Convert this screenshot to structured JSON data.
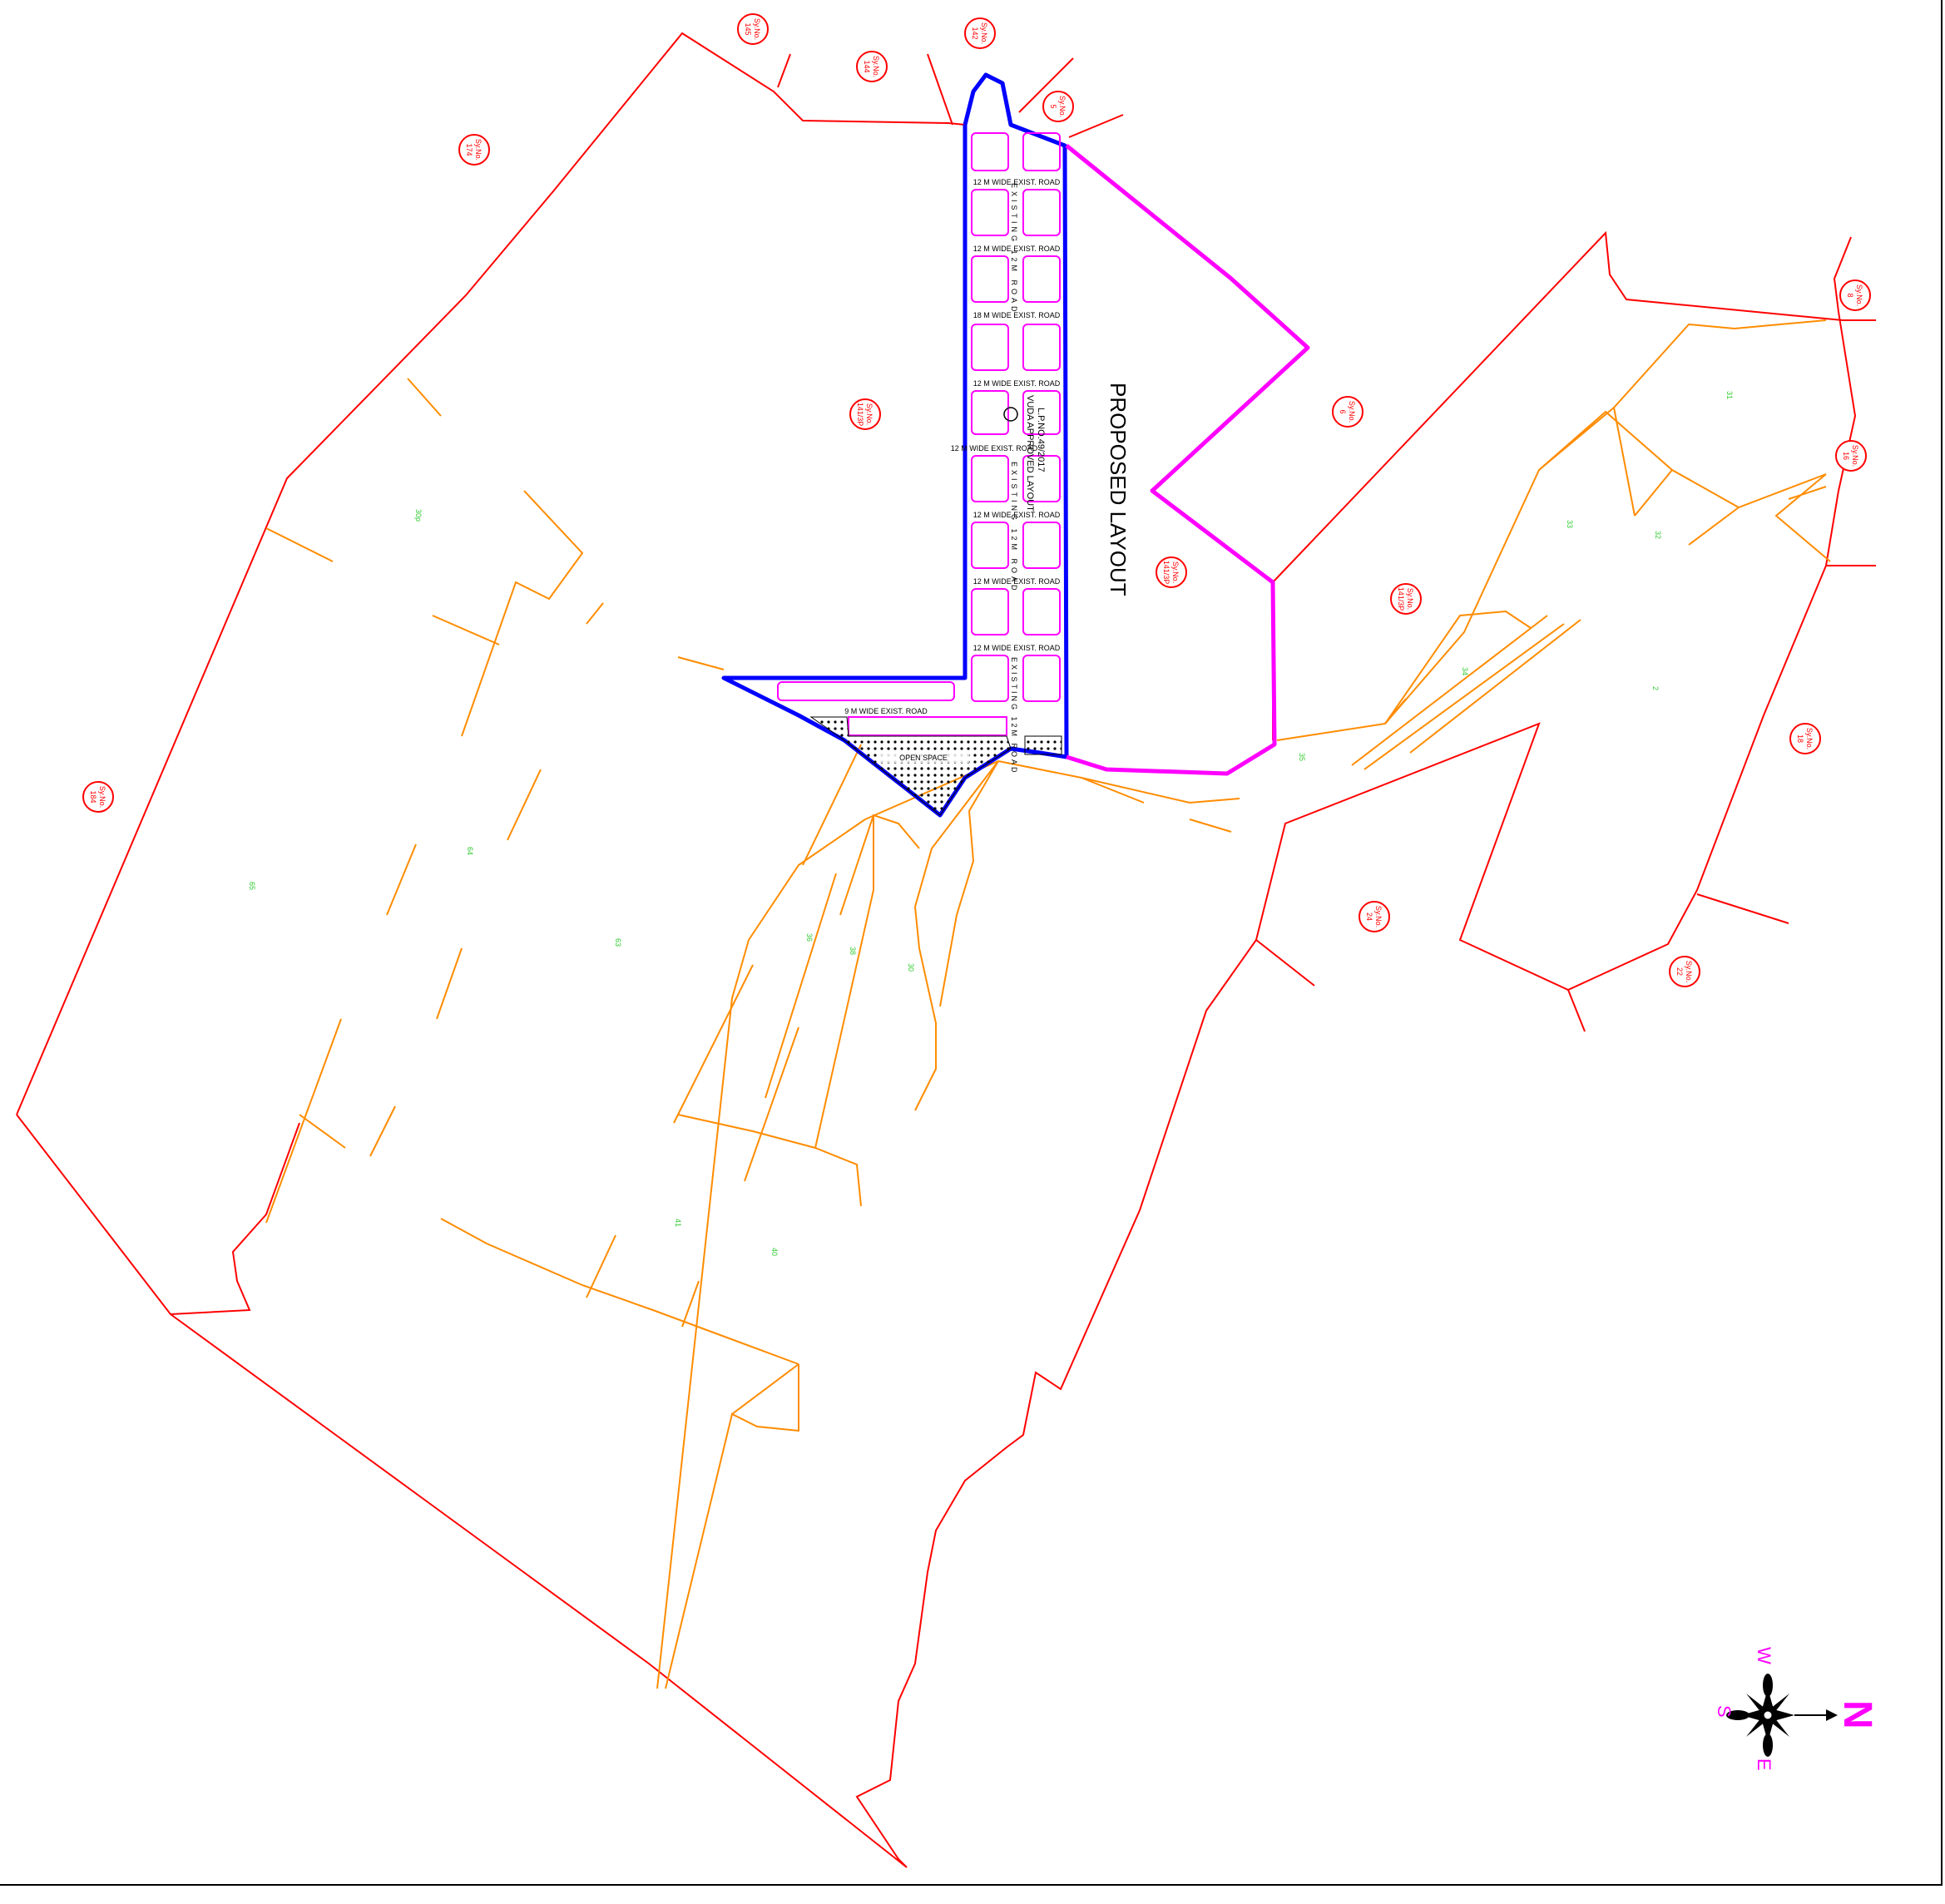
{
  "map": {
    "proposed_label": "PROPOSED LAYOUT",
    "approved_label": "VUDA APPROVED LAYOUT",
    "approved_lp": "L.P.NO.49/2017",
    "roads": [
      "12 M WIDE EXIST. ROAD",
      "12 M WIDE EXIST. ROAD",
      "18 M WIDE EXIST. ROAD",
      "12 M WIDE EXIST. ROAD",
      "12 M WIDE EXIST. ROAD",
      "12 M WIDE EXIST. ROAD",
      "12 M WIDE EXIST. ROAD",
      "12 M WIDE EXIST. ROAD",
      "9 M WIDE EXIST. ROAD"
    ],
    "vertical_roads": [
      "EXISTING 12M ROAD",
      "EXISTING 12M ROAD",
      "EXISTING 12M ROAD"
    ],
    "open_space_label": "OPEN SPACE",
    "survey_numbers": [
      {
        "line1": "Sy.No.",
        "line2": "145"
      },
      {
        "line1": "Sy.No.",
        "line2": "142"
      },
      {
        "line1": "Sy.No.",
        "line2": "144"
      },
      {
        "line1": "Sy.No.",
        "line2": "5"
      },
      {
        "line1": "Sy.No.",
        "line2": "174"
      },
      {
        "line1": "Sy.No.",
        "line2": "141/3P"
      },
      {
        "line1": "Sy.No.",
        "line2": "6"
      },
      {
        "line1": "Sy.No.",
        "line2": "8"
      },
      {
        "line1": "Sy.No.",
        "line2": "16"
      },
      {
        "line1": "Sy.No.",
        "line2": "141/3P"
      },
      {
        "line1": "Sy.No.",
        "line2": "141/3P"
      },
      {
        "line1": "Sy.No.",
        "line2": "18"
      },
      {
        "line1": "Sy.No.",
        "line2": "184"
      },
      {
        "line1": "Sy.No.",
        "line2": "24"
      },
      {
        "line1": "Sy.No.",
        "line2": "22"
      }
    ],
    "sub_numbers": [
      "30p",
      "64",
      "65",
      "63",
      "36",
      "38",
      "30",
      "41",
      "40",
      "31",
      "33",
      "32",
      "34",
      "2",
      "35"
    ],
    "compass": {
      "north": "N",
      "south": "S",
      "east": "E",
      "west": "W"
    }
  }
}
